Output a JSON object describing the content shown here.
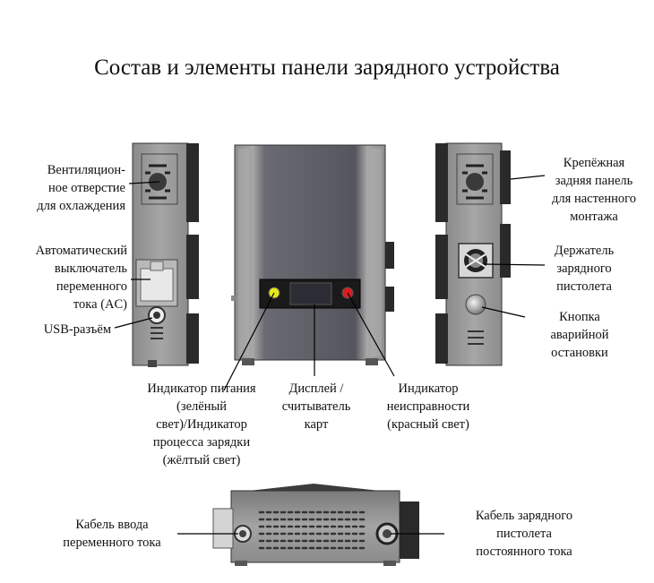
{
  "title": "Состав и элементы панели зарядного устройства",
  "labels": {
    "vent": "Вентиляцион-\nное отверстие\nдля охлаждения",
    "breaker": "Автоматический\nвыключатель\nпеременного\nтока (AC)",
    "usb": "USB-разъём",
    "mount": "Крепёжная\nзадняя панель\nдля настенного\nмонтажа",
    "holder": "Держатель\nзарядного\nпистолета",
    "estop": "Кнопка\nаварийной\nостановки",
    "power": "Индикатор питания\n(зелёный\nсвет)/Индикатор\nпроцесса зарядки\n(жёлтый свет)",
    "display": "Дисплей /\nсчитыватель\nкарт",
    "fault": "Индикатор\nнеисправности\n(красный свет)",
    "ac_cable": "Кабель ввода\nпеременного тока",
    "dc_cable": "Кабель зарядного\nпистолета\nпостоянного тока"
  },
  "colors": {
    "body_light": "#9a9a9a",
    "body_dark": "#5c5c66",
    "panel_black": "#1a1a1a",
    "indicator_power": "#e6e61a",
    "indicator_fault": "#d81e1e"
  }
}
